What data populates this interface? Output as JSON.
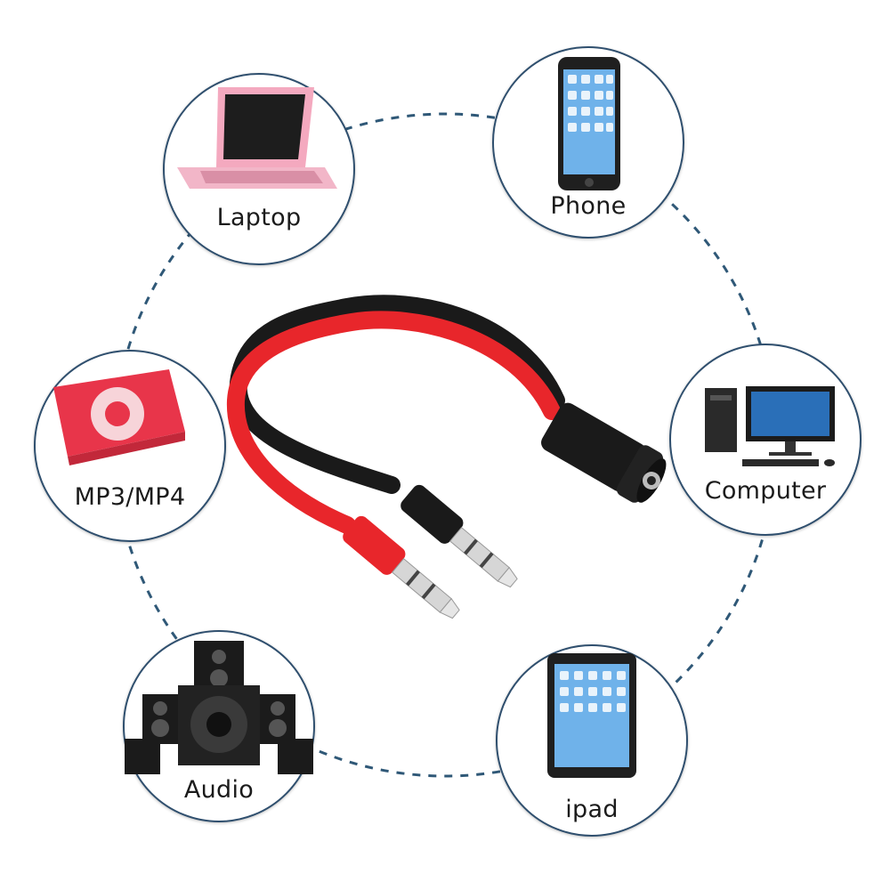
{
  "devices": [
    {
      "id": "laptop",
      "label": "Laptop",
      "icon": "laptop-icon"
    },
    {
      "id": "phone",
      "label": "Phone",
      "icon": "phone-icon"
    },
    {
      "id": "mp3",
      "label": "MP3/MP4",
      "icon": "mp3-player-icon"
    },
    {
      "id": "computer",
      "label": "Computer",
      "icon": "desktop-computer-icon"
    },
    {
      "id": "audio",
      "label": "Audio",
      "icon": "speakers-icon"
    },
    {
      "id": "ipad",
      "label": "ipad",
      "icon": "tablet-icon"
    }
  ],
  "product": {
    "name": "audio-splitter-cable",
    "colors": {
      "red": "#e8262b",
      "black": "#1a1a1a"
    }
  },
  "colors": {
    "ring": "#2f5877",
    "badge_border": "#2f4f6e",
    "laptop": "#f4a9bf",
    "mp3": "#e8354a",
    "screen": "#2a6fb8"
  }
}
